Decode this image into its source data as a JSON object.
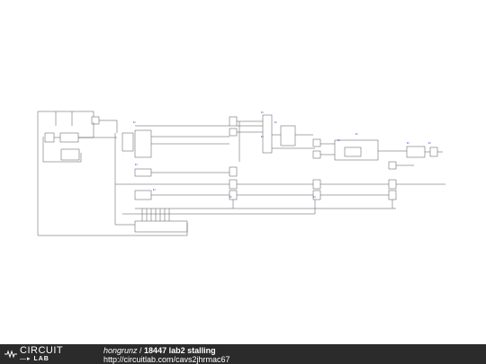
{
  "schematic": {
    "wire_color": "#555555",
    "label_color": "#1f3fbf",
    "accent_red": "#d62020"
  },
  "footer": {
    "logo_top": "CIRCUIT",
    "logo_bottom": "LAB",
    "author": "hongrunz",
    "separator": " / ",
    "title": "18447 lab2 stalling",
    "url": "http://circuitlab.com/cavs2jhrmac67"
  }
}
